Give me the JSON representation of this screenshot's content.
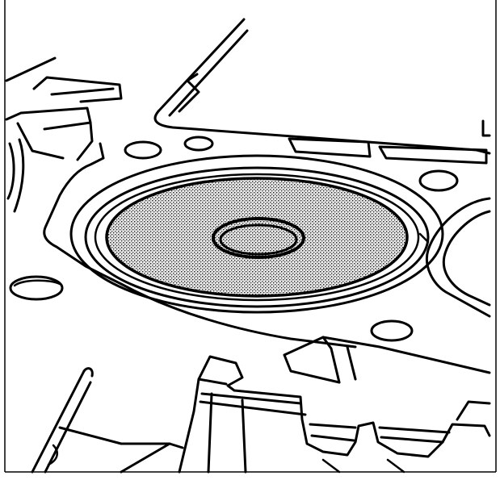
{
  "figure": {
    "type": "line-art",
    "colors": {
      "background": "#ffffff",
      "line": "#000000",
      "highlight_dot": "#000000",
      "highlight_base": "#ffffff"
    },
    "highlighted_part": {
      "pattern": "stipple",
      "icon": "cylinder-bore-highlight"
    }
  }
}
